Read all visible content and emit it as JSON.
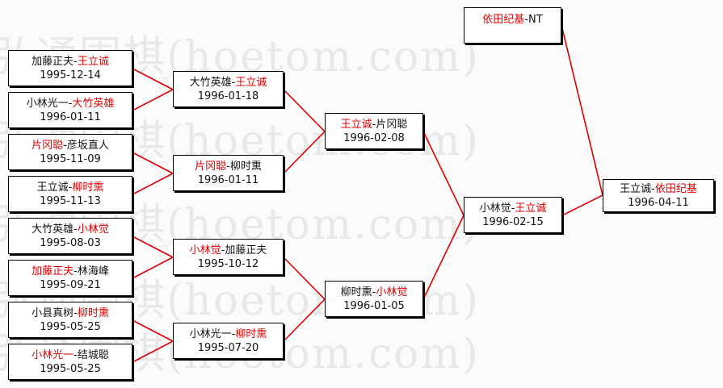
{
  "watermark": "弘通围棋(hoetom.com)",
  "colors": {
    "winner": "#e00000",
    "line": "#e00000",
    "text": "#111111"
  },
  "matches": [
    {
      "id": "r1m1",
      "left": "加藤正夫",
      "right": "王立诚",
      "winner": "right",
      "date": "1995-12-14"
    },
    {
      "id": "r1m2",
      "left": "小林光一",
      "right": "大竹英雄",
      "winner": "right",
      "date": "1996-01-11"
    },
    {
      "id": "r1m3",
      "left": "片冈聪",
      "right": "彦坂直人",
      "winner": "left",
      "date": "1995-11-09"
    },
    {
      "id": "r1m4",
      "left": "王立诚",
      "right": "柳时熏",
      "winner": "right",
      "date": "1995-11-13"
    },
    {
      "id": "r1m5",
      "left": "大竹英雄",
      "right": "小林觉",
      "winner": "right",
      "date": "1995-08-03"
    },
    {
      "id": "r1m6",
      "left": "加藤正夫",
      "right": "林海峰",
      "winner": "left",
      "date": "1995-09-21"
    },
    {
      "id": "r1m7",
      "left": "小县真树",
      "right": "柳时熏",
      "winner": "right",
      "date": "1995-05-25"
    },
    {
      "id": "r1m8",
      "left": "小林光一",
      "right": "结城聪",
      "winner": "left",
      "date": "1995-05-25"
    },
    {
      "id": "r2m1",
      "left": "大竹英雄",
      "right": "王立诚",
      "winner": "right",
      "date": "1996-01-18"
    },
    {
      "id": "r2m2",
      "left": "片冈聪",
      "right": "柳时熏",
      "winner": "left",
      "date": "1996-01-11"
    },
    {
      "id": "r2m3",
      "left": "小林觉",
      "right": "加藤正夫",
      "winner": "left",
      "date": "1995-10-12"
    },
    {
      "id": "r2m4",
      "left": "小林光一",
      "right": "柳时熏",
      "winner": "right",
      "date": "1995-07-20"
    },
    {
      "id": "r3m1",
      "left": "王立诚",
      "right": "片冈聪",
      "winner": "left",
      "date": "1996-02-08"
    },
    {
      "id": "r3m2",
      "left": "柳时熏",
      "right": "小林觉",
      "winner": "right",
      "date": "1996-01-05"
    },
    {
      "id": "r4m1",
      "left": "小林觉",
      "right": "王立诚",
      "winner": "right",
      "date": "1996-02-15"
    },
    {
      "id": "final",
      "left": "王立诚",
      "right": "依田纪基",
      "winner": "right",
      "date": "1996-04-11"
    },
    {
      "id": "seed",
      "left": "依田纪基",
      "right": "NT",
      "winner": "left",
      "date": ""
    }
  ]
}
